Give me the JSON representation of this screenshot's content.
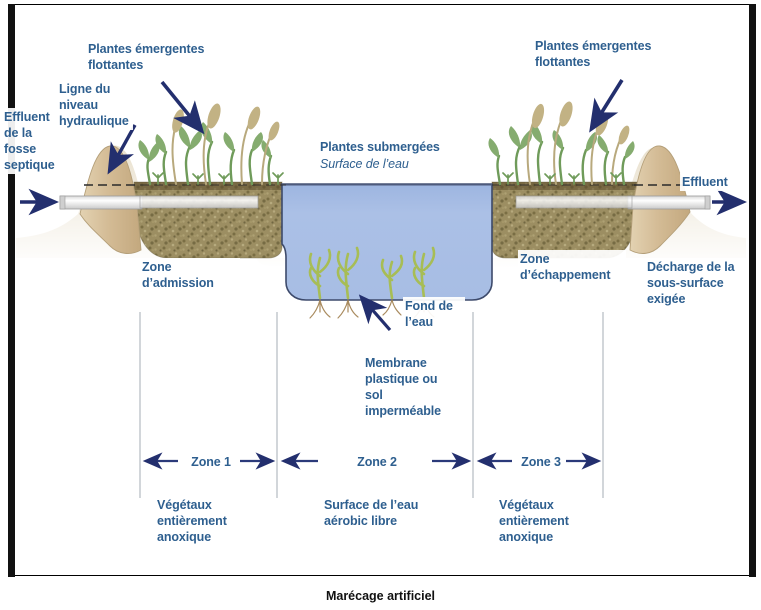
{
  "caption": "Marécage artificiel",
  "colors": {
    "label_text": "#2e5f8f",
    "caption_text": "#111111",
    "water": "#a8bde4",
    "water_edge": "#6c80ad",
    "gravel": "#9c8e62",
    "gravel_dark": "#7d7048",
    "berm": "#d4bc96",
    "ground": "#efe7d7",
    "plant_green": "#6f9b5a",
    "plant_pale": "#b9c79a",
    "plant_tan": "#bfae7d",
    "arrow_navy": "#232f6e",
    "divider_grey": "#b9bfc6",
    "frame_black": "#111111",
    "pipe": "#f2f2f2"
  },
  "labels": {
    "effluent_in": "Effluent\nde la\nfosse\nseptique",
    "effluent_in_lines": [
      "Effluent",
      "de la",
      "fosse",
      "septique"
    ],
    "hydraulic_line": [
      "Ligne du",
      "niveau",
      "hydraulique"
    ],
    "emergent_left": [
      "Plantes émergentes",
      "flottantes"
    ],
    "emergent_right": [
      "Plantes émergentes",
      "flottantes"
    ],
    "submerged_plants": "Plantes submergées",
    "water_surface": "Surface de l’eau",
    "effluent_out": "Effluent",
    "admission_zone": [
      "Zone",
      "d’admission"
    ],
    "escape_zone": [
      "Zone",
      "d’échappement"
    ],
    "subsurface_discharge": [
      "Décharge de la",
      "sous-surface",
      "exigée"
    ],
    "water_bottom": [
      "Fond de",
      "l’eau"
    ],
    "membrane": [
      "Membrane",
      "plastique ou",
      "sol",
      "imperméable"
    ]
  },
  "zones": [
    {
      "id": "zone1",
      "name": "Zone 1",
      "description": [
        "Végétaux",
        "entièrement",
        "anoxique"
      ]
    },
    {
      "id": "zone2",
      "name": "Zone 2",
      "description": [
        "Surface de l’eau",
        "aérobic libre"
      ]
    },
    {
      "id": "zone3",
      "name": "Zone 3",
      "description": [
        "Végétaux",
        "entièrement",
        "anoxique"
      ]
    }
  ],
  "icons": {
    "inlet_arrow": "arrow-right-icon",
    "outlet_arrow": "arrow-right-icon",
    "pointer_hydraulic": "arrow-pointer-icon",
    "pointer_emergent_left": "arrow-pointer-icon",
    "pointer_emergent_right": "arrow-pointer-icon",
    "pointer_membrane": "arrow-pointer-icon",
    "zone_measure": "double-arrow-icon"
  }
}
